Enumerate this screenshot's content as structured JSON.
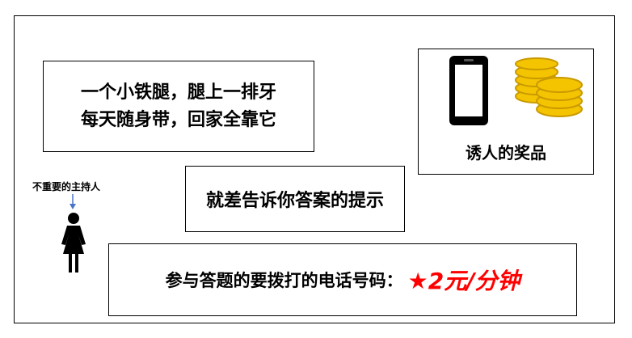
{
  "riddle": {
    "line1": "一个小铁腿，腿上一排牙",
    "line2": "每天随身带，回家全靠它"
  },
  "prize": {
    "label": "诱人的奖品",
    "icons": [
      "phone-icon",
      "coins-icon"
    ]
  },
  "hint": {
    "text": "就差告诉你答案的提示"
  },
  "host": {
    "label": "不重要的主持人"
  },
  "call": {
    "text": "参与答题的要拨打的电话号码：",
    "price": "★2元/分钟"
  },
  "colors": {
    "coin": "#f5c400",
    "coin_dark": "#c99a00",
    "price": "#ff0000",
    "arrow": "#4a74c9"
  }
}
